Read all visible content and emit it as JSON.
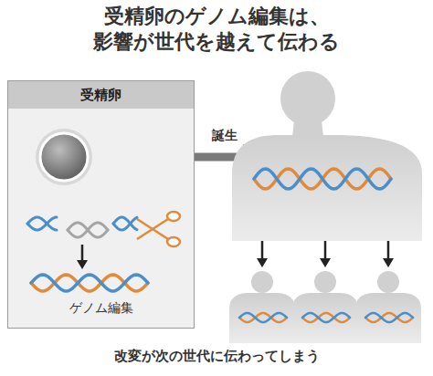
{
  "diagram": {
    "title": "受精卵のゲノム編集は、 影響が世代を越えて伝わる",
    "caption": "改変が次の世代に伝わってしまう",
    "nodes": [
      {
        "text": [
          "受精卵",
          "ゲノム編集"
        ]
      }
    ],
    "labels": [
      "誕生"
    ]
  }
}
